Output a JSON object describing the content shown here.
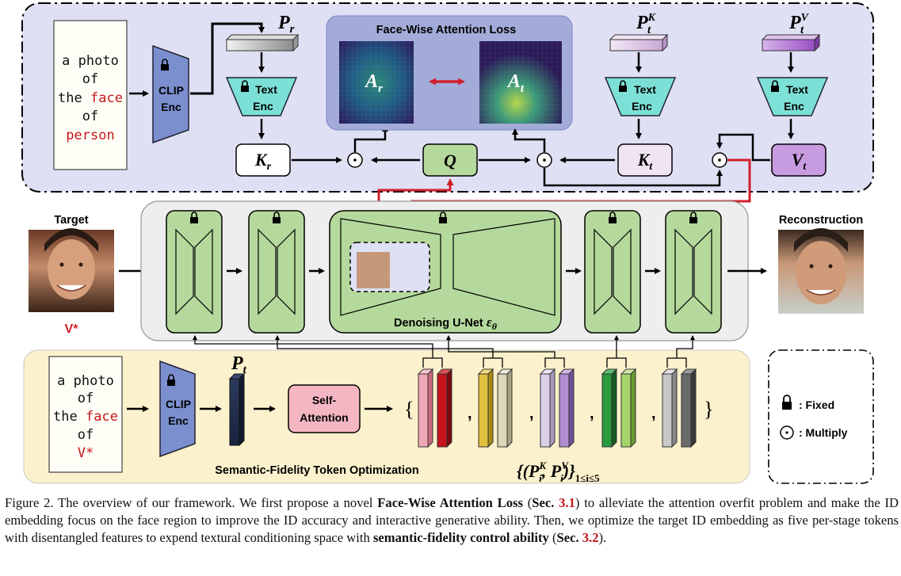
{
  "prompt_top": {
    "line1": "a photo",
    "line2": "of",
    "line3a": "the ",
    "line3b": "face",
    "line4": "of",
    "line5": "person"
  },
  "prompt_bottom": {
    "line1": "a photo",
    "line2": "of",
    "line3a": "the ",
    "line3b": "face",
    "line4": "of",
    "line5": "V*"
  },
  "clip_enc": {
    "line1": "CLIP",
    "line2": "Enc"
  },
  "text_enc": {
    "line1": "Text",
    "line2": "Enc"
  },
  "token_labels": {
    "p_r": "P",
    "p_r_sub": "r",
    "p_t_k": "P",
    "p_t_k_sub": "t",
    "p_t_k_sup": "K",
    "p_t_v": "P",
    "p_t_v_sub": "t",
    "p_t_v_sup": "V",
    "p_t": "P",
    "p_t_sub": "t"
  },
  "key_labels": {
    "k_r": "K",
    "k_r_sub": "r",
    "q": "Q",
    "k_t": "K",
    "k_t_sub": "t",
    "v_t": "V",
    "v_t_sub": "t"
  },
  "attention": {
    "title": "Face-Wise Attention Loss",
    "a_r": "A",
    "a_r_sub": "r",
    "a_t": "A",
    "a_t_sub": "t"
  },
  "target": {
    "label": "Target",
    "vstar": "V*"
  },
  "reconstruction": {
    "label": "Reconstruction"
  },
  "unet": {
    "label": "Denoising U-Net ",
    "eps": "ε",
    "eps_sub": "θ"
  },
  "self_attention": {
    "line1": "Self-",
    "line2": "Attention"
  },
  "optimization": {
    "label": "Semantic-Fidelity Token Optimization"
  },
  "token_set": {
    "open": "{",
    "close": "}",
    "comma": ",",
    "formula_main": "{(P",
    "formula_k": "K",
    "formula_i": "i",
    "formula_mid": ", P",
    "formula_v": "V",
    "formula_end": ")}",
    "formula_range": "1≤i≤5"
  },
  "legend": {
    "fixed": ": Fixed",
    "multiply": ": Multiply"
  },
  "caption": {
    "fig": "Figure 2.",
    "t1": " The overview of our framework. We first propose a novel ",
    "b1": "Face-Wise Attention Loss",
    "t2": " (",
    "b2": "Sec.",
    "ref1": "3.1",
    "t3": ") to alleviate the attention overfit problem and make the ID embedding focus on the face region to improve the ID accuracy and interactive generative ability. Then, we optimize the target ID embedding as five per-stage tokens with disentangled features to expend textural conditioning space with ",
    "b3": "semantic-fidelity control ability",
    "t4": " (",
    "b4": "Sec.",
    "ref2": "3.2",
    "t5": ")."
  },
  "colors": {
    "top_panel": "#dfe0f4",
    "bottom_panel": "#fbf1cc",
    "unet_panel": "#eeeeee",
    "green_block": "#b5d99c",
    "teal_enc": "#7ce0d6",
    "blue_clip": "#7b8fcf",
    "red_arrow": "#d0202c",
    "self_attn": "#f4b6c2"
  }
}
